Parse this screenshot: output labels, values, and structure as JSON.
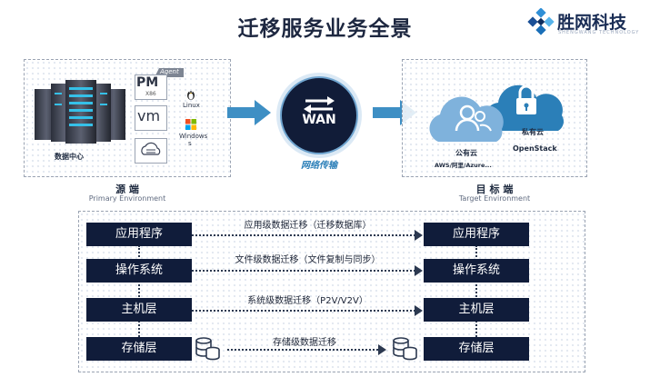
{
  "title": "迁移服务业务全景",
  "logo": {
    "name": "胜网科技",
    "tagline": "SHENGWANG TECHNOLOGY"
  },
  "source": {
    "datacenter_label": "数据中心",
    "agent_badge": "Agent",
    "pm_label": "PM",
    "x86_label": "X86",
    "vm_label": "vm",
    "linux_label": "Linux",
    "windows_label_line1": "Windows",
    "windows_label_line2": "s",
    "env_cn": "源 端",
    "env_en": "Primary Environment"
  },
  "network": {
    "wan_label": "WAN",
    "caption": "网络传输"
  },
  "target": {
    "public_cloud": "公有云",
    "public_cloud_sub": "AWS/阿里/Azure...",
    "private_cloud": "私有云",
    "openstack": "OpenStack",
    "env_cn": "目 标 端",
    "env_en": "Target Environment"
  },
  "layers": [
    {
      "left": "应用程序",
      "right": "应用程序",
      "migration": "应用级数据迁移（迁移数据库）"
    },
    {
      "left": "操作系统",
      "right": "操作系统",
      "migration": "文件级数据迁移（文件复制与同步）"
    },
    {
      "left": "主机层",
      "right": "主机层",
      "migration": "系统级数据迁移（P2V/V2V）"
    },
    {
      "left": "存储层",
      "right": "存储层",
      "migration": "存储级数据迁移"
    }
  ],
  "colors": {
    "navy": "#101c3a",
    "arrow_blue": "#3e8fc4",
    "cloud_blue": "#7fb2dc",
    "cloud_dark": "#2b7fb8"
  }
}
